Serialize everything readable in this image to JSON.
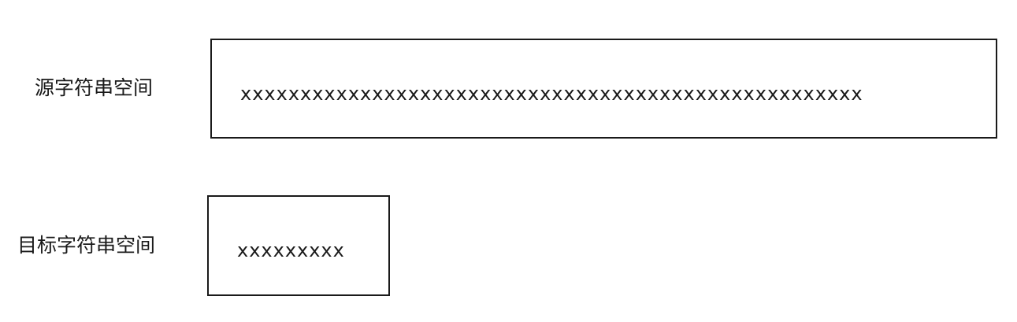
{
  "source": {
    "label": "源字符串空间",
    "content": "xxxxxxxxxxxxxxxxxxxxxxxxxxxxxxxxxxxxxxxxxxxxxxxxxxxx"
  },
  "target": {
    "label": "目标字符串空间",
    "content": "xxxxxxxxx"
  }
}
